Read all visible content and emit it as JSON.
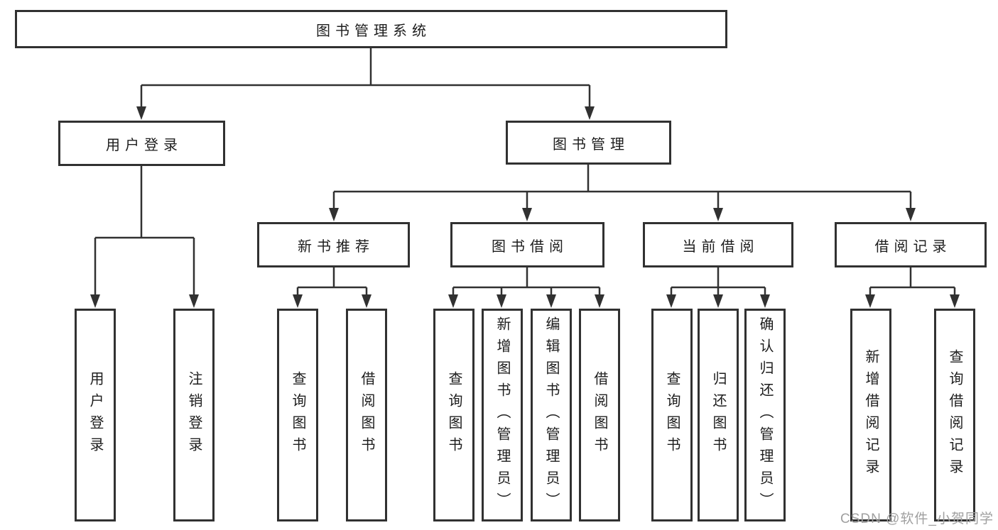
{
  "diagram": {
    "root": {
      "label": "图书管理系统"
    },
    "level2": [
      {
        "label": "用户登录"
      },
      {
        "label": "图书管理"
      }
    ],
    "level3": [
      {
        "label": "新书推荐"
      },
      {
        "label": "图书借阅"
      },
      {
        "label": "当前借阅"
      },
      {
        "label": "借阅记录"
      }
    ],
    "leaves": {
      "user_login": [
        "用户登录",
        "注销登录"
      ],
      "new_book": [
        "查询图书",
        "借阅图书"
      ],
      "book_borrow": [
        "查询图书",
        "新增图书（管理员）",
        "编辑图书（管理员）",
        "借阅图书"
      ],
      "current_borrow": [
        "查询图书",
        "归还图书",
        "确认归还（管理员）"
      ],
      "borrow_record": [
        "新增借阅记录",
        "查询借阅记录"
      ]
    }
  },
  "watermark": {
    "text": "CSDN @软件_小贺同学"
  },
  "colors": {
    "line": "#313131",
    "background": "#ffffff",
    "watermark": "#a0a0a0"
  }
}
